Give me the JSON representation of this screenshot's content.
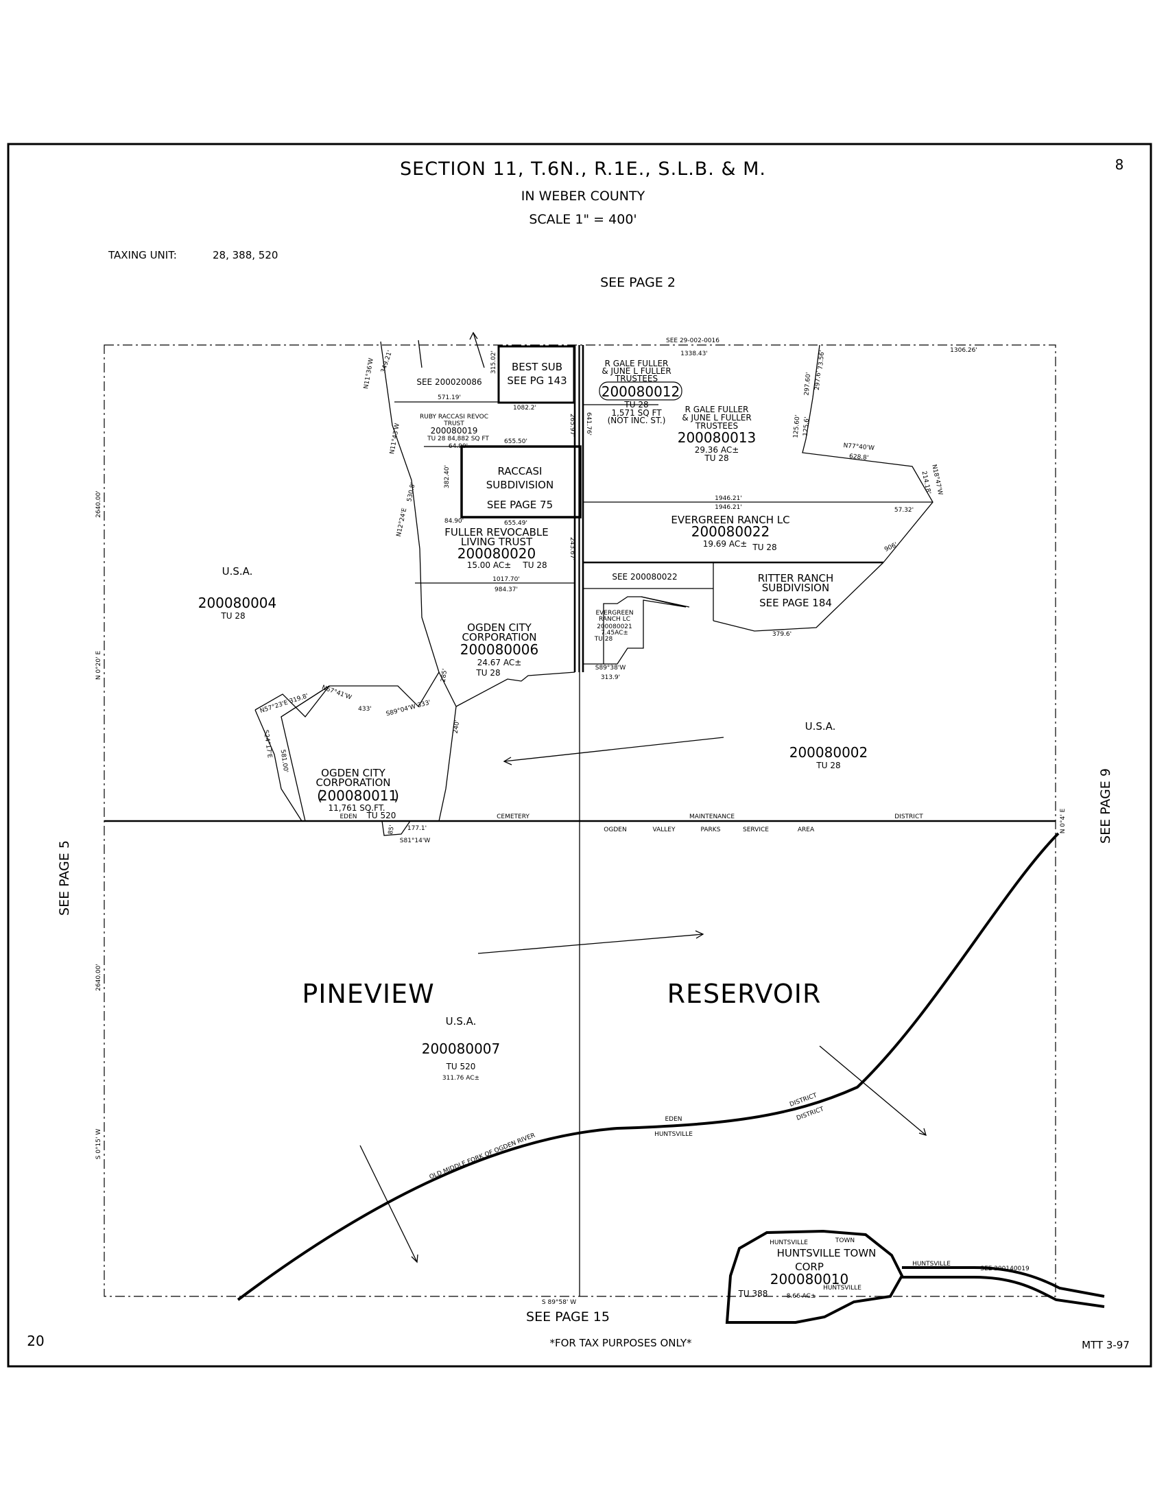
{
  "header": {
    "title": "SECTION 11, T.6N., R.1E., S.L.B. & M.",
    "county": "IN WEBER COUNTY",
    "scale": "SCALE 1\" = 400'",
    "page_number": "8",
    "taxing_unit_label": "TAXING UNIT:",
    "taxing_unit_values": "28, 388, 520"
  },
  "references": {
    "top": "SEE PAGE 2",
    "bottom": "SEE PAGE 15",
    "left": "SEE PAGE 5",
    "right": "SEE PAGE 9",
    "top_small": "SEE 29-002-0016"
  },
  "footer": {
    "left_page": "20",
    "note": "*FOR TAX PURPOSES ONLY*",
    "code": "MTT 3-97"
  },
  "section_bounds": {
    "north_west_dim": "1338.43'",
    "north_east_dim": "1306.26'",
    "west_upper_dim": "2640.00'",
    "west_upper_bearing": "N 0°20' E",
    "west_lower_dim": "2640.00'",
    "west_lower_bearing": "S 0°15' W",
    "east_bearing": "N 0°4' E",
    "south_bearing": "S 89°58' W"
  },
  "parcels": {
    "best_sub": {
      "line1": "BEST SUB",
      "line2": "SEE PG 143"
    },
    "raccasi_sub": {
      "line1": "RACCASI",
      "line2": "SUBDIVISION",
      "line3": "SEE PAGE 75"
    },
    "see_200020086": "SEE 200020086",
    "ruby_raccasi": {
      "line1": "RUBY RACCASI REVOC",
      "line2": "TRUST",
      "id": "200080019",
      "detail": "TU 28 84,882 SQ FT"
    },
    "fuller_012": {
      "line1": "R GALE FULLER",
      "line2": "& JUNE L FULLER",
      "line3": "TRUSTEES",
      "id": "200080012",
      "tu": "TU 28",
      "area": "1,571 SQ FT",
      "note": "(NOT INC. ST.)"
    },
    "fuller_013": {
      "line1": "R GALE FULLER",
      "line2": "& JUNE L FULLER",
      "line3": "TRUSTEES",
      "id": "200080013",
      "area": "29.36 AC±",
      "tu": "TU 28"
    },
    "fuller_rev": {
      "line1": "FULLER REVOCABLE",
      "line2": "LIVING TRUST",
      "id": "200080020",
      "area": "15.00 AC±",
      "tu": "TU 28"
    },
    "evergreen_022": {
      "name": "EVERGREEN RANCH LC",
      "id": "200080022",
      "area": "19.69 AC±",
      "tu": "TU 28"
    },
    "see_200080022": "SEE 200080022",
    "ritter_ranch": {
      "line1": "RITTER RANCH",
      "line2": "SUBDIVISION",
      "line3": "SEE PAGE 184"
    },
    "evergreen_021": {
      "line1": "EVERGREEN",
      "line2": "RANCH LC",
      "id": "200080021",
      "area": "7.45AC±",
      "tu": "TU 28"
    },
    "usa_004": {
      "name": "U.S.A.",
      "id": "200080004",
      "tu": "TU 28"
    },
    "ogden_006": {
      "line1": "OGDEN CITY",
      "line2": "CORPORATION",
      "id": "200080006",
      "area": "24.67 AC±",
      "tu": "TU 28"
    },
    "usa_002": {
      "name": "U.S.A.",
      "id": "200080002",
      "tu": "TU 28"
    },
    "ogden_011": {
      "line1": "OGDEN CITY",
      "line2": "CORPORATION",
      "id": "200080011",
      "area": "11,761 SQ.FT.",
      "district": "EDEN",
      "tu": "TU 520"
    },
    "usa_007": {
      "name": "U.S.A.",
      "id": "200080007",
      "tu": "TU 520",
      "area": "311.76 AC±"
    },
    "huntsville_010": {
      "line1": "HUNTSVILLE TOWN",
      "line2": "CORP",
      "id": "200080010",
      "tu": "TU 388",
      "area": "8.66 AC±"
    }
  },
  "labels": {
    "pineview": "PINEVIEW",
    "reservoir": "RESERVOIR",
    "district_line_1": [
      "CEMETERY",
      "MAINTENANCE",
      "DISTRICT"
    ],
    "district_line_2": [
      "OGDEN",
      "VALLEY",
      "PARKS",
      "SERVICE",
      "AREA"
    ],
    "river": "OLD MIDDLE FORK OF OGDEN RIVER",
    "eden": "EDEN",
    "huntsville": "HUNTSVILLE",
    "district_a": "DISTRICT",
    "district_b": "DISTRICT",
    "huntsville_east": "HUNTSVILLE",
    "see_east": "SEE 200140019",
    "town": "TOWN",
    "hunts_small_1": "HUNTSVILLE",
    "hunts_small_2": "HUNTSVILLE"
  },
  "dimensions": {
    "d315": "315.02'",
    "d571": "571.19'",
    "d1082": "1082.2'",
    "d655a": "655.50'",
    "d655b": "655.49'",
    "d64": "64.90'",
    "d84": "84.90'",
    "d382": "382.40'",
    "d1017": "1017.70'",
    "d984": "984.37'",
    "d1946a": "1946.21'",
    "d1946b": "1946.21'",
    "d5732": "57.32'",
    "d906": "906'",
    "d379": "379.6'",
    "d313": "313.9'",
    "d177": "177.1'",
    "d85": "85'",
    "d285": "285'",
    "d240": "240'",
    "d433": "433'",
    "b_n11736": "N11°36'W",
    "b_349": "349.21'",
    "b_n1143": "N11°43'W",
    "b_n12": "N12°24'E",
    "b_530": "530.8'",
    "b_n57": "N57°23'E 319.8'",
    "b_n67": "N67°41'W",
    "b_s89": "S89°04'W 333'",
    "b_s24": "S24°17'E",
    "b_581": "581.00'",
    "b_s81": "S81°14'W",
    "b_s8938": "S89°38'W",
    "b_n7740": "N77°40'W",
    "b_628": "628.8'",
    "b_n18": "N18°47'W",
    "b_214": "214.18'",
    "b_297a": "297.60'",
    "b_297b": "297.6'",
    "b_125a": "125.60'",
    "b_125b": "125.6'",
    "b_73": "73.56'",
    "b_265": "265.97'",
    "b_243": "243.67'",
    "b_641": "641.76'"
  }
}
